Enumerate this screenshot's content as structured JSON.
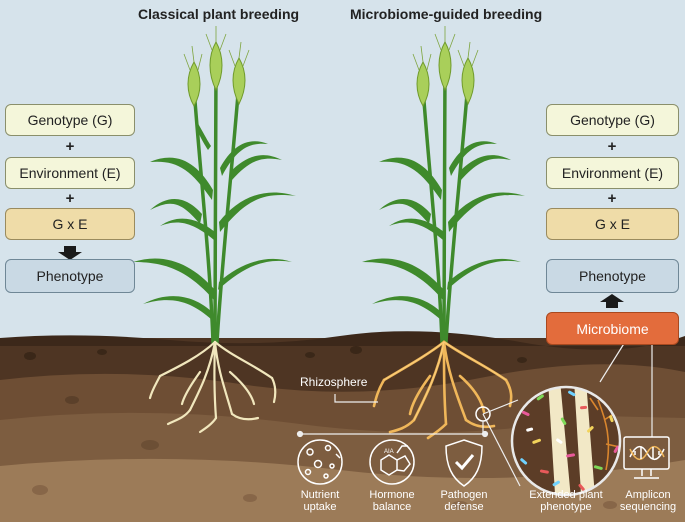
{
  "titles": {
    "classical": "Classical plant breeding",
    "microbiome": "Microbiome-guided breeding"
  },
  "left_panel": {
    "genotype": "Genotype (G)",
    "plus1": "+",
    "environment": "Environment (E)",
    "plus2": "+",
    "gxe": "G x E",
    "phenotype": "Phenotype"
  },
  "right_panel": {
    "genotype": "Genotype (G)",
    "plus1": "+",
    "environment": "Environment (E)",
    "plus2": "+",
    "gxe": "G x E",
    "phenotype": "Phenotype",
    "microbiome": "Microbiome"
  },
  "soil_labels": {
    "rhizosphere": "Rhizosphere",
    "nutrient": "Nutrient\nuptake",
    "hormone": "Hormone\nbalance",
    "pathogen": "Pathogen\ndefense",
    "extended": "Extended plant\nphenotype",
    "amplicon": "Amplicon\nsequencing",
    "iaa": "AIA"
  },
  "colors": {
    "sky": "#d6e3eb",
    "soil_dark": "#4e3523",
    "soil_mid": "#7a5a3e",
    "soil_light": "#9c7b58",
    "plant_green": "#3f8a2c",
    "wheat_head": "#a9cf5a",
    "root_pale": "#f1e7bd",
    "root_orange": "#f0b75a",
    "microbiome_orange": "#e36c3c",
    "phenotype_blue": "#c9d9e4",
    "gxe_tan": "#efdca8",
    "genotype_cream": "#f4f6da"
  },
  "icons": {
    "nutrient": "nutrient-uptake-icon",
    "hormone": "hormone-molecule-icon",
    "pathogen": "shield-check-icon",
    "amplicon": "dna-monitor-icon",
    "magnifier": "magnifier-icon"
  }
}
